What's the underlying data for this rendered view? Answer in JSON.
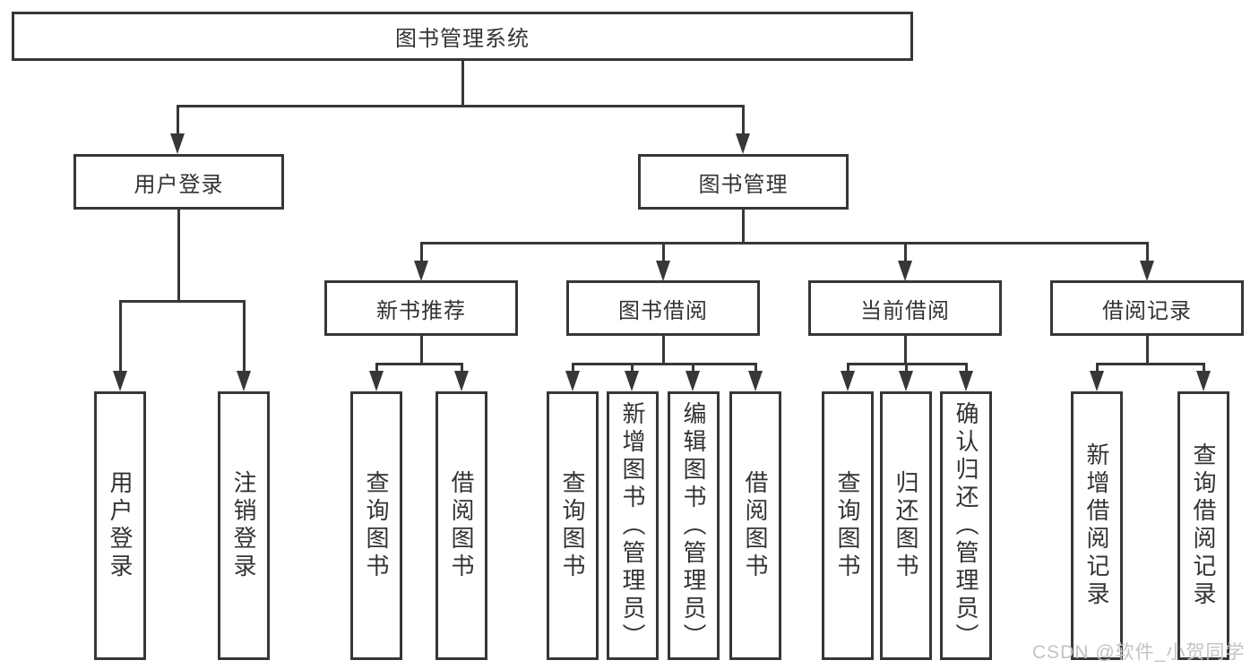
{
  "page": {
    "kind": "functional-structure-diagram",
    "background_color": "#ffffff",
    "line_color": "#373737",
    "text_color": "#333333",
    "watermark": "CSDN @软件_小贺同学",
    "watermark_color": "#c3c3c3"
  },
  "tree": {
    "root": {
      "label": "图书管理系统"
    },
    "level2": [
      {
        "label": "用户登录",
        "children": [
          {
            "label": "用户登录"
          },
          {
            "label": "注销登录"
          }
        ]
      },
      {
        "label": "图书管理"
      }
    ],
    "level3": [
      {
        "label": "新书推荐",
        "children": [
          {
            "label": "查询图书"
          },
          {
            "label": "借阅图书"
          }
        ]
      },
      {
        "label": "图书借阅",
        "children": [
          {
            "label": "查询图书"
          },
          {
            "label": "新增图书（管理员）"
          },
          {
            "label": "编辑图书（管理员）"
          },
          {
            "label": "借阅图书"
          }
        ]
      },
      {
        "label": "当前借阅",
        "children": [
          {
            "label": "查询图书"
          },
          {
            "label": "归还图书"
          },
          {
            "label": "确认归还（管理员）"
          }
        ]
      },
      {
        "label": "借阅记录",
        "children": [
          {
            "label": "新增借阅记录"
          },
          {
            "label": "查询借阅记录"
          }
        ]
      }
    ]
  }
}
